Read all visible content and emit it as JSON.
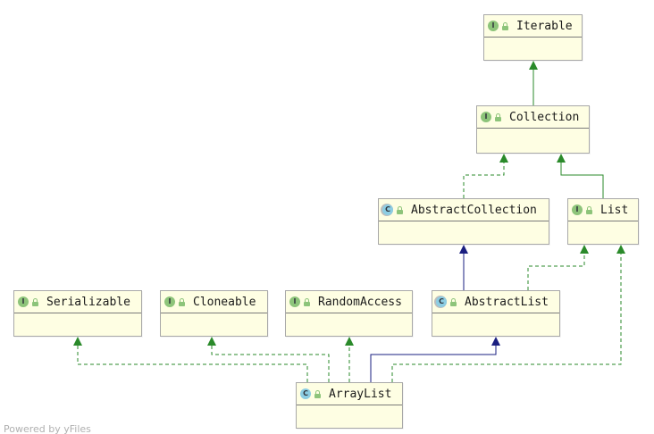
{
  "diagram": {
    "colors": {
      "node_fill": "#fefee3",
      "extends_edge": "#1a1f80",
      "implements_edge": "#2a8a2a"
    },
    "nodes": [
      {
        "id": "iterable",
        "label": "Iterable",
        "kind": "interface",
        "badge": "I"
      },
      {
        "id": "collection",
        "label": "Collection",
        "kind": "interface",
        "badge": "I"
      },
      {
        "id": "abstract-collection",
        "label": "AbstractCollection",
        "kind": "abstract-class",
        "badge": "C"
      },
      {
        "id": "list",
        "label": "List",
        "kind": "interface",
        "badge": "I"
      },
      {
        "id": "serializable",
        "label": "Serializable",
        "kind": "interface",
        "badge": "I"
      },
      {
        "id": "cloneable",
        "label": "Cloneable",
        "kind": "interface",
        "badge": "I"
      },
      {
        "id": "random-access",
        "label": "RandomAccess",
        "kind": "interface",
        "badge": "I"
      },
      {
        "id": "abstract-list",
        "label": "AbstractList",
        "kind": "abstract-class",
        "badge": "C"
      },
      {
        "id": "array-list",
        "label": "ArrayList",
        "kind": "class",
        "badge": "C"
      }
    ],
    "edges": [
      {
        "from": "collection",
        "to": "iterable",
        "type": "extends-interface"
      },
      {
        "from": "abstract-collection",
        "to": "collection",
        "type": "implements"
      },
      {
        "from": "list",
        "to": "collection",
        "type": "extends-interface"
      },
      {
        "from": "abstract-list",
        "to": "abstract-collection",
        "type": "extends"
      },
      {
        "from": "abstract-list",
        "to": "list",
        "type": "implements"
      },
      {
        "from": "array-list",
        "to": "serializable",
        "type": "implements"
      },
      {
        "from": "array-list",
        "to": "cloneable",
        "type": "implements"
      },
      {
        "from": "array-list",
        "to": "random-access",
        "type": "implements"
      },
      {
        "from": "array-list",
        "to": "abstract-list",
        "type": "extends"
      },
      {
        "from": "array-list",
        "to": "list",
        "type": "implements"
      }
    ]
  },
  "watermark": "Powered by yFiles"
}
